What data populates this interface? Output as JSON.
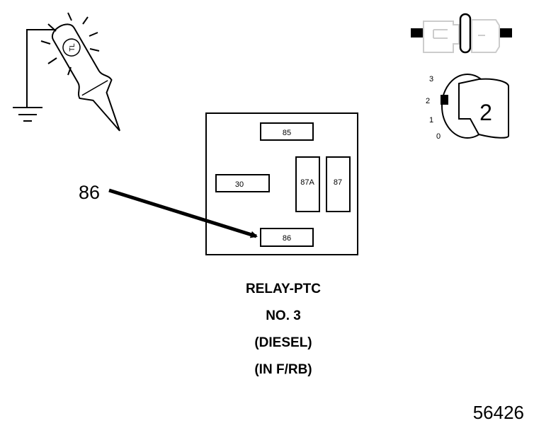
{
  "relay": {
    "terminals": {
      "t85": "85",
      "t30": "30",
      "t87a": "87A",
      "t87": "87",
      "t86": "86"
    }
  },
  "callout_label": "86",
  "test_light": {
    "handle_text": "TL"
  },
  "ignition_key": {
    "positions": [
      "3",
      "2",
      "1",
      "0"
    ],
    "selected_position": "2"
  },
  "caption": {
    "line1": "RELAY-PTC",
    "line2": "NO. 3",
    "line3": "(DIESEL)",
    "line4": "(IN F/RB)"
  },
  "figure_number": "56426"
}
